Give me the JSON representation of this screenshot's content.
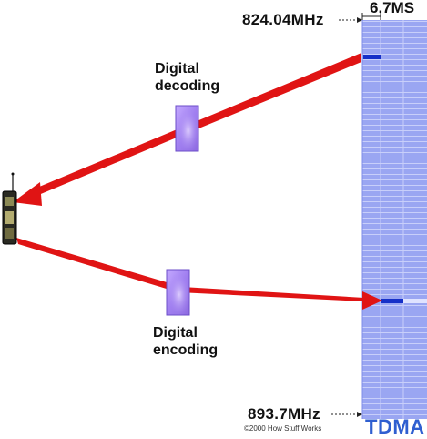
{
  "diagram": {
    "top_frequency": "824.04MHz",
    "bottom_frequency": "893.7MHz",
    "slot_width": "6.7MS",
    "decoding_label_line1": "Digital",
    "decoding_label_line2": "decoding",
    "encoding_label_line1": "Digital",
    "encoding_label_line2": "encoding",
    "scheme_label": "TDMA",
    "copyright": "©2000 How Stuff Works"
  },
  "colors": {
    "grid_background": "#9aa6f2",
    "grid_lines": "#c8cffa",
    "arrow": "#e01414",
    "codec_box": "#a884f0",
    "active_slot": "#1630c8",
    "scheme_label": "#2f5fd0"
  }
}
